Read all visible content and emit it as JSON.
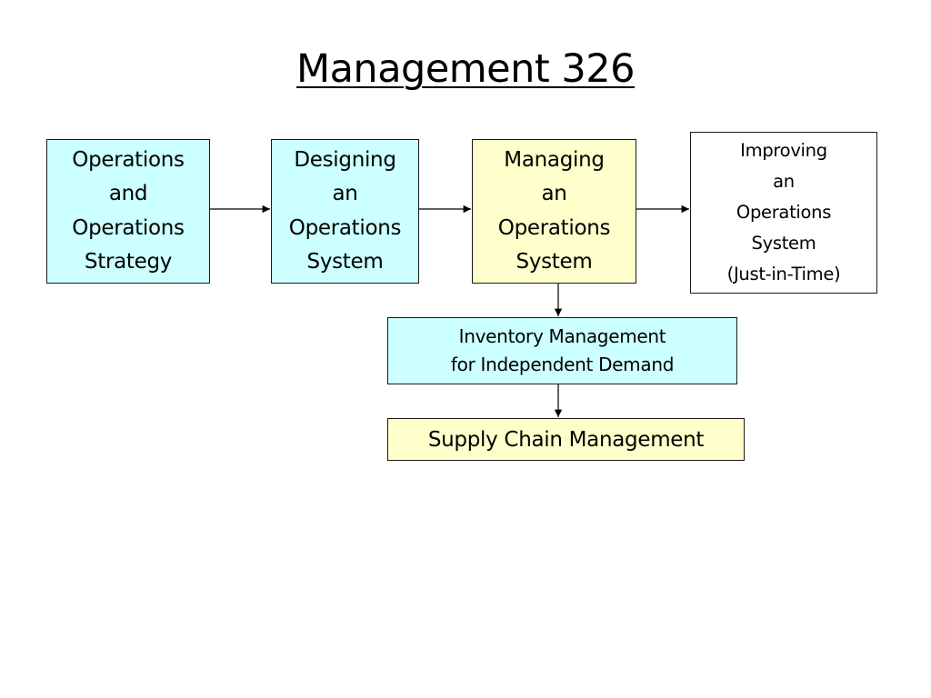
{
  "slide": {
    "title": "Management 326"
  },
  "diagram": {
    "strategy": [
      "Operations",
      "and",
      "Operations",
      "Strategy"
    ],
    "designing": [
      "Designing",
      "an",
      "Operations",
      "System"
    ],
    "managing": [
      "Managing",
      "an",
      "Operations",
      "System"
    ],
    "improving": [
      "Improving",
      "an",
      "Operations",
      "System",
      "(Just-in-Time)"
    ],
    "inventory": [
      "Inventory Management",
      "for Independent Demand"
    ],
    "supply": [
      "Supply Chain Management"
    ]
  },
  "colors": {
    "cyan_fill": "#ccffff",
    "yellow_fill": "#ffffcc",
    "white_fill": "#ffffff",
    "line": "#000000"
  }
}
